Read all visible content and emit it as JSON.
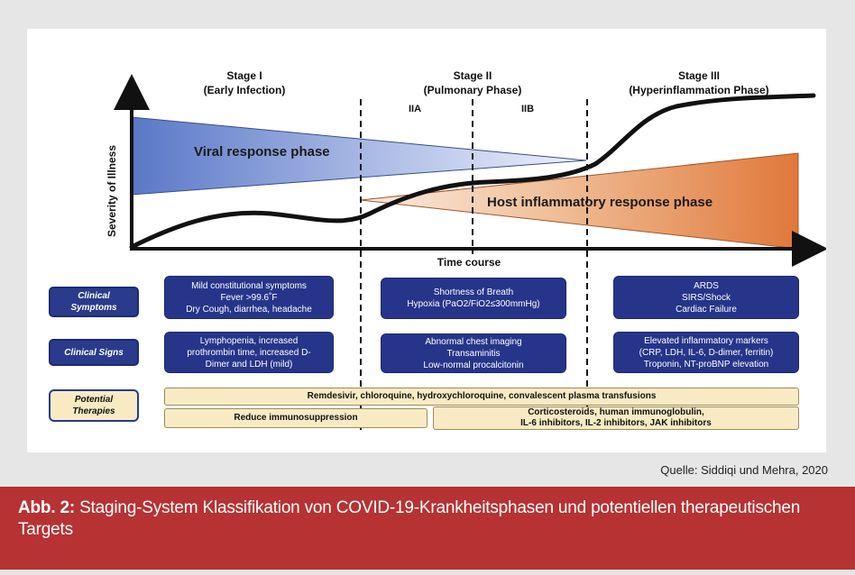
{
  "stages": [
    {
      "title": "Stage I",
      "subtitle": "(Early Infection)"
    },
    {
      "title": "Stage II",
      "subtitle": "(Pulmonary Phase)"
    },
    {
      "title": "Stage III",
      "subtitle": "(Hyperinflammation Phase)"
    }
  ],
  "substages": [
    "IIA",
    "IIB"
  ],
  "phases": {
    "viral": "Viral response phase",
    "host": "Host inflammatory response phase"
  },
  "axes": {
    "y": "Severity of Illness",
    "x": "Time course"
  },
  "rows": {
    "symptoms_label": "Clinical\nSymptoms",
    "signs_label": "Clinical Signs",
    "therapies_label": "Potential\nTherapies"
  },
  "symptoms": [
    "Mild constitutional symptoms\nFever >99.6˚F\nDry Cough, diarrhea, headache",
    "Shortness of Breath\nHypoxia (PaO2/FiO2≤300mmHg)",
    "ARDS\nSIRS/Shock\nCardiac Failure"
  ],
  "signs": [
    "Lymphopenia, increased\nprothrombin time, increased D-\nDimer and LDH (mild)",
    "Abnormal chest imaging\nTransaminitis\nLow-normal procalcitonin",
    "Elevated inflammatory markers\n(CRP, LDH, IL-6, D-dimer, ferritin)\nTroponin, NT-proBNP elevation"
  ],
  "therapies": {
    "all": "Remdesivir, chloroquine, hydroxychloroquine, convalescent plasma transfusions",
    "early": "Reduce immunosuppression",
    "late": "Corticosteroids, human immunoglobulin,\nIL-6 inhibitors, IL-2 inhibitors, JAK inhibitors"
  },
  "source": "Quelle: Siddiqi und Mehra, 2020",
  "caption": {
    "label": "Abb. 2:",
    "text": " Staging-System Klassifikation von COVID-19-Krankheitsphasen und potentiellen therapeutischen Targets"
  },
  "colors": {
    "box_blue": "#26358a",
    "therapy_fill": "#f8ebc4",
    "caption_red": "#b63233",
    "viral_blue": "#5a78c8",
    "host_orange": "#e0783a"
  }
}
